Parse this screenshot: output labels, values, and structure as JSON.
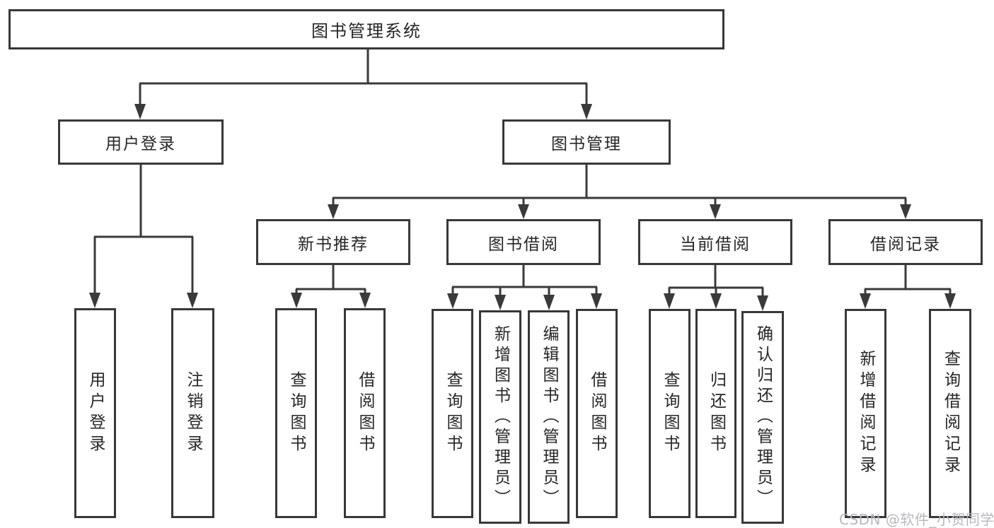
{
  "diagram": {
    "title": "图书管理系统",
    "type": "hierarchy-tree",
    "colors": {
      "line": "#3a3a3a",
      "border": "#383838",
      "text": "#262626",
      "box_background": "#ffffff",
      "watermark": "#b9b9bd"
    },
    "nodes": {
      "root": "图书管理系统",
      "user_login": "用户登录",
      "book_mgmt": "图书管理",
      "new_book_rec": "新书推荐",
      "book_borrow": "图书借阅",
      "current_borrow": "当前借阅",
      "borrow_record": "借阅记录",
      "ul_user_login": "用户登录",
      "ul_logout": "注销登录",
      "nb_query_book": "查询图书",
      "nb_borrow_book": "借阅图书",
      "bb_query_book": "查询图书",
      "bb_add_book": "新增图书（管理员）",
      "bb_edit_book": "编辑图书（管理员）",
      "bb_borrow_book": "借阅图书",
      "cb_query_book": "查询图书",
      "cb_return_book": "归还图书",
      "cb_confirm_return": "确认归还（管理员）",
      "br_add_record": "新增借阅记录",
      "br_query_record": "查询借阅记录"
    },
    "watermark": "CSDN @软件_小贺同学"
  }
}
